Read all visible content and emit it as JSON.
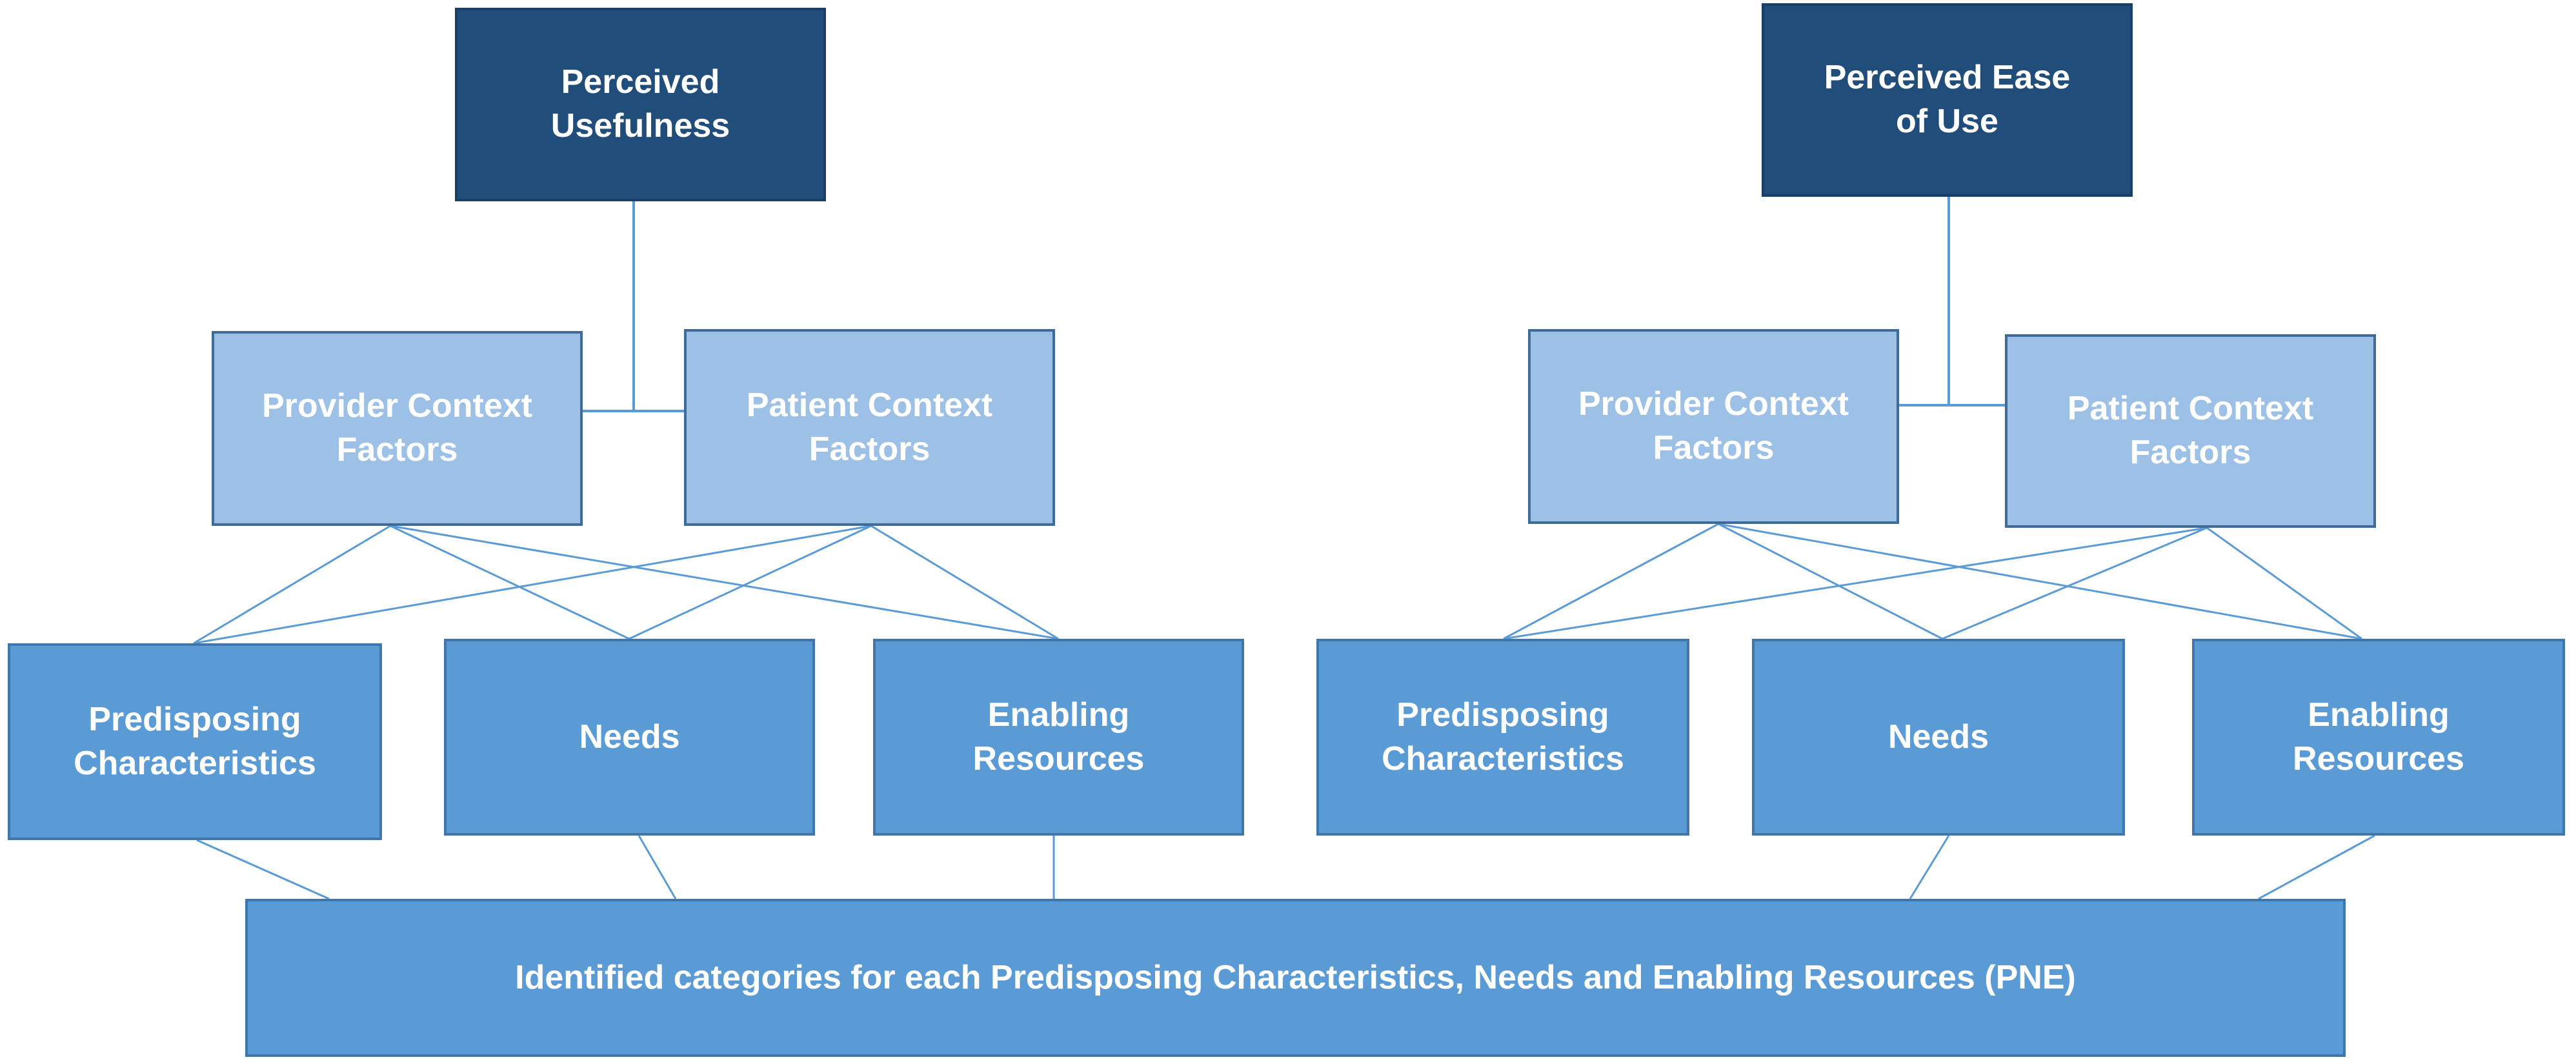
{
  "diagram": {
    "left_tree": {
      "top": "Perceived\nUsefulness",
      "provider": "Provider Context\nFactors",
      "patient": "Patient Context\nFactors",
      "predisposing": "Predisposing\nCharacteristics",
      "needs": "Needs",
      "enabling": "Enabling\nResources"
    },
    "right_tree": {
      "top": "Perceived Ease\nof Use",
      "provider": "Provider Context\nFactors",
      "patient": "Patient Context\nFactors",
      "predisposing": "Predisposing\nCharacteristics",
      "needs": "Needs",
      "enabling": "Enabling\nResources"
    },
    "bottom": "Identified categories for each Predisposing Characteristics, Needs and Enabling Resources (PNE)",
    "colors": {
      "dark_box": "#214d7a",
      "light_box": "#9cc0e6",
      "mid_box": "#5b9bd5",
      "connector": "#5b9bd5"
    }
  }
}
